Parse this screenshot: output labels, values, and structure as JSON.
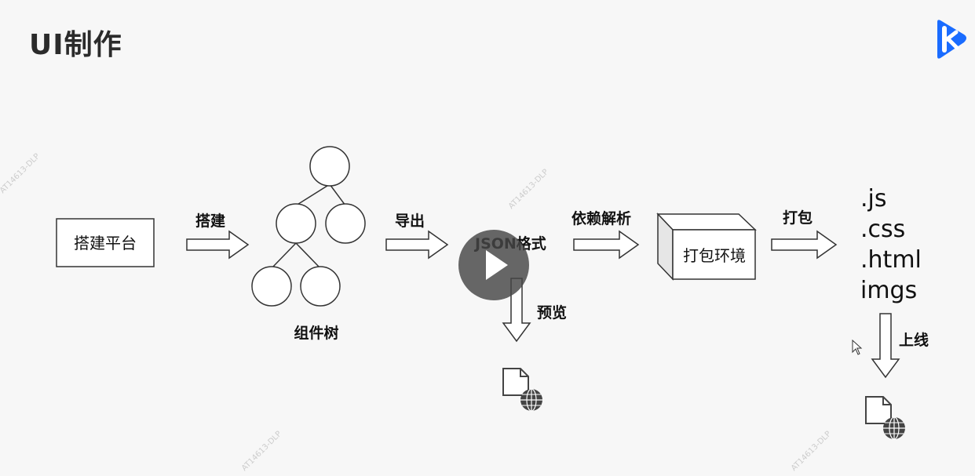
{
  "header": {
    "title": "UI制作"
  },
  "diagram": {
    "platform_box": "搭建平台",
    "arrow_build": "搭建",
    "component_tree": "组件树",
    "arrow_export": "导出",
    "json_format": "JSON格式",
    "arrow_preview": "预览",
    "arrow_dependency": "依赖解析",
    "package_env_box": "打包环境",
    "arrow_package": "打包",
    "output_files": [
      ".js",
      ".css",
      ".html",
      "imgs"
    ],
    "arrow_online": "上线"
  },
  "watermarks": [
    "AT14613-DLP",
    "AT14613-DLP",
    "AT14613-DLP",
    "AT14613-DLP"
  ],
  "icons": {
    "logo": "brand-k-logo-icon",
    "web_file": "web-file-icon",
    "play": "play-icon",
    "cursor": "mouse-cursor-icon"
  },
  "colors": {
    "logo_blue": "#1a6cff",
    "stroke": "#222222",
    "play_overlay": "#464646"
  }
}
